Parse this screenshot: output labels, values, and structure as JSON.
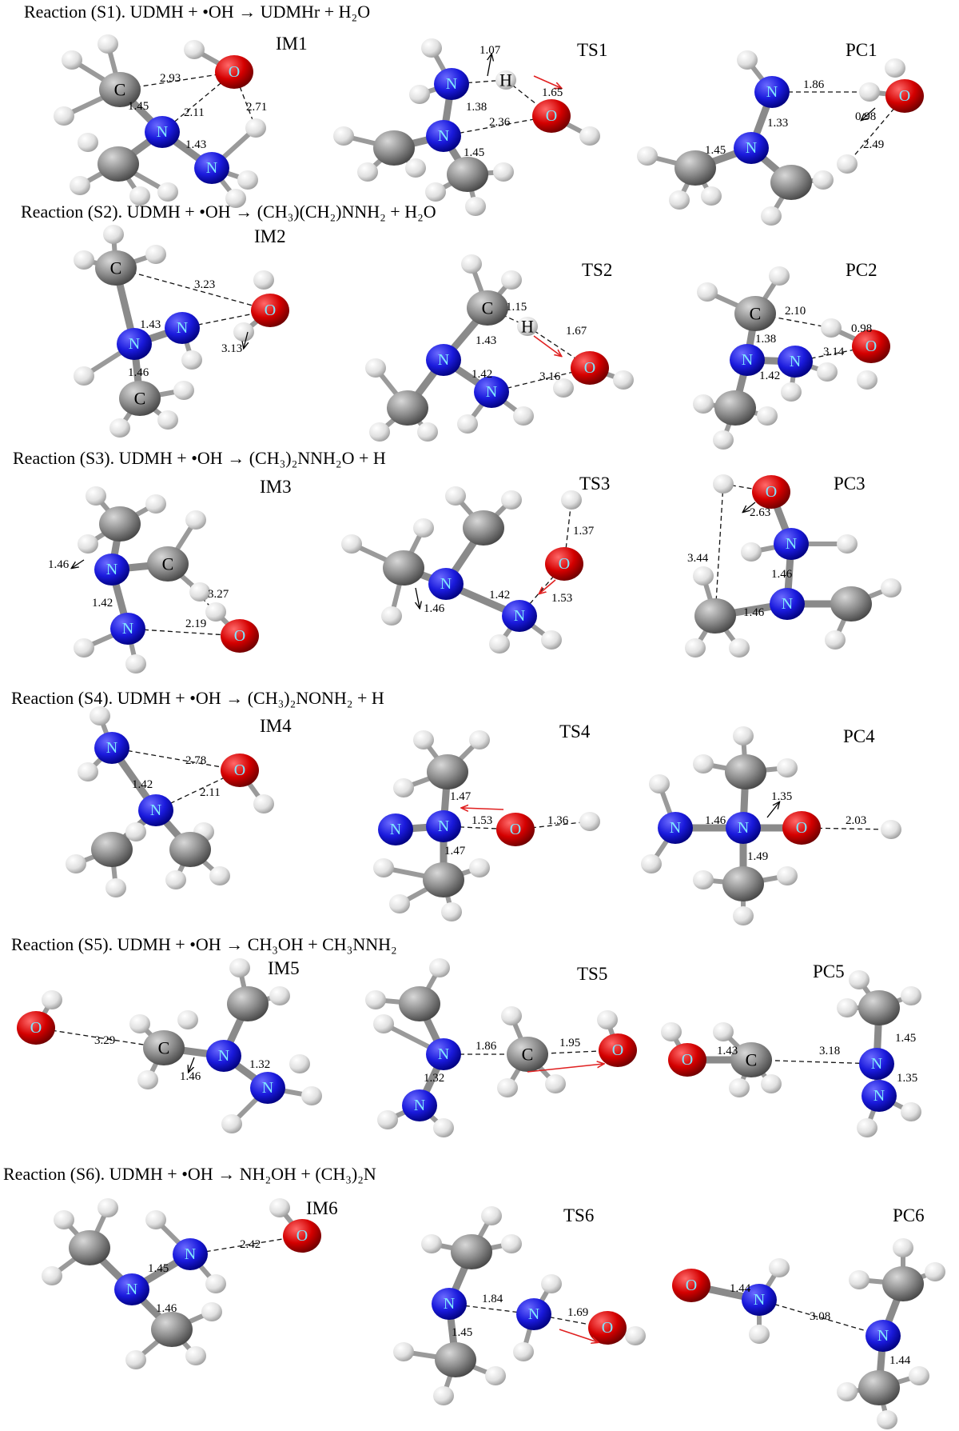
{
  "colors": {
    "nitrogen": "#1a1adc",
    "oxygen": "#d40000",
    "carbon": "#7a7a7a",
    "hydrogen": "#e4e4e4",
    "arrow": "#e02020",
    "label": "#7fe6ff"
  },
  "reactions": [
    {
      "id": "S1",
      "title": "Reaction (S1). UDMH + •OH → UDMHr + H₂O",
      "panels": [
        {
          "label": "IM1",
          "distances": [
            "2.93",
            "1.45",
            "2.11",
            "2.71",
            "1.43"
          ]
        },
        {
          "label": "TS1",
          "distances": [
            "1.07",
            "1.65",
            "1.38",
            "2.36",
            "1.45"
          ]
        },
        {
          "label": "PC1",
          "distances": [
            "1.86",
            "0.98",
            "1.33",
            "1.45",
            "2.49"
          ]
        }
      ]
    },
    {
      "id": "S2",
      "title": "Reaction (S2). UDMH + •OH → (CH₃)(CH₂)NNH₂ + H₂O",
      "panels": [
        {
          "label": "IM2",
          "distances": [
            "3.23",
            "1.43",
            "3.13",
            "1.46"
          ]
        },
        {
          "label": "TS2",
          "distances": [
            "1.15",
            "1.67",
            "1.43",
            "1.42",
            "3.16"
          ]
        },
        {
          "label": "PC2",
          "distances": [
            "2.10",
            "0.98",
            "1.38",
            "3.14",
            "1.42"
          ]
        }
      ]
    },
    {
      "id": "S3",
      "title": "Reaction (S3). UDMH + •OH → (CH₃)₂NNH₂O + H",
      "panels": [
        {
          "label": "IM3",
          "distances": [
            "1.46",
            "3.27",
            "1.42",
            "2.19"
          ]
        },
        {
          "label": "TS3",
          "distances": [
            "1.37",
            "1.46",
            "1.42",
            "1.53"
          ]
        },
        {
          "label": "PC3",
          "distances": [
            "2.63",
            "3.44",
            "1.46",
            "1.46"
          ]
        }
      ]
    },
    {
      "id": "S4",
      "title": "Reaction (S4). UDMH + •OH → (CH₃)₂NONH₂ + H",
      "panels": [
        {
          "label": "IM4",
          "distances": [
            "2.78",
            "1.42",
            "2.11"
          ]
        },
        {
          "label": "TS4",
          "distances": [
            "1.47",
            "1.53",
            "1.36",
            "1.47"
          ]
        },
        {
          "label": "PC4",
          "distances": [
            "1.35",
            "1.46",
            "2.03",
            "1.49"
          ]
        }
      ]
    },
    {
      "id": "S5",
      "title": "Reaction (S5). UDMH + •OH → CH₃OH + CH₃NNH₂",
      "panels": [
        {
          "label": "IM5",
          "distances": [
            "3.29",
            "1.46",
            "1.32"
          ]
        },
        {
          "label": "TS5",
          "distances": [
            "1.86",
            "1.95",
            "1.32"
          ]
        },
        {
          "label": "PC5",
          "distances": [
            "1.43",
            "3.18",
            "1.45",
            "1.35"
          ]
        }
      ]
    },
    {
      "id": "S6",
      "title": "Reaction (S6). UDMH + •OH → NH₂OH + (CH₃)₂N",
      "panels": [
        {
          "label": "IM6",
          "distances": [
            "2.42",
            "1.45",
            "1.46"
          ]
        },
        {
          "label": "TS6",
          "distances": [
            "1.84",
            "1.69",
            "1.45"
          ]
        },
        {
          "label": "PC6",
          "distances": [
            "1.44",
            "3.08",
            "1.44"
          ]
        }
      ]
    }
  ],
  "atom_symbols": {
    "N": "N",
    "O": "O",
    "C": "C",
    "H": "H"
  }
}
